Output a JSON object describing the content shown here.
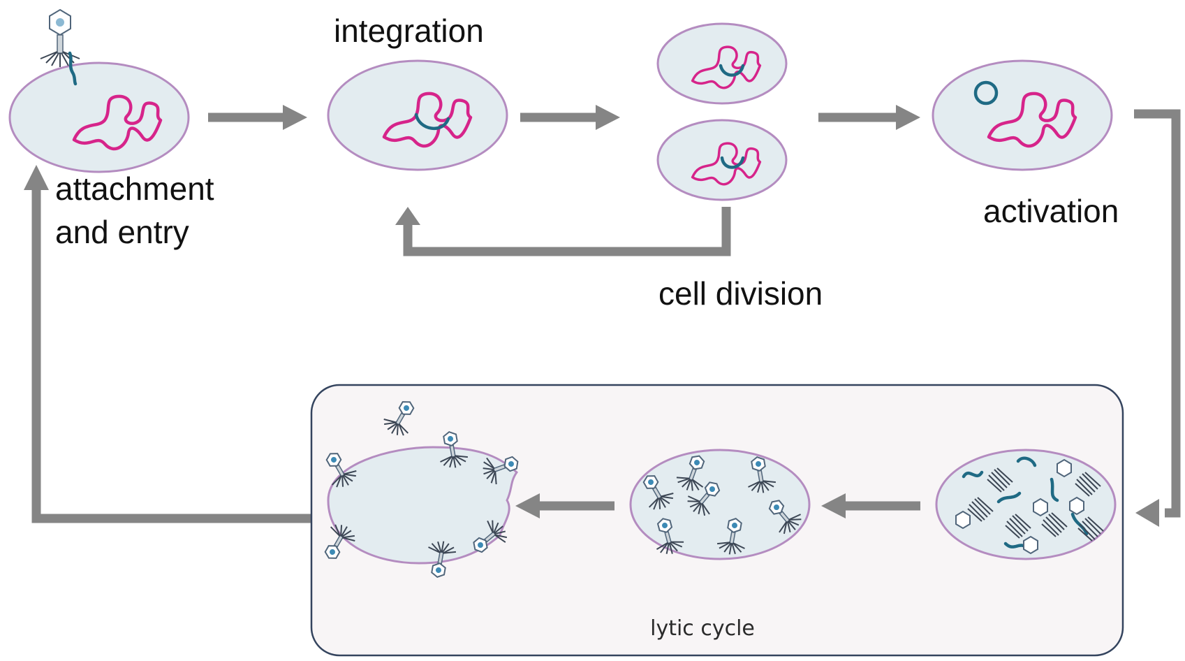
{
  "labels": {
    "integration": "integration",
    "attachment_line1": "attachment",
    "attachment_line2": "and entry",
    "activation": "activation",
    "cell_division": "cell division",
    "lytic_cycle": "lytic cycle"
  },
  "colors": {
    "cell_fill": "#e3ecf0",
    "cell_outline": "#b48cc0",
    "host_dna": "#d6248a",
    "phage_dna": "#1f6a84",
    "arrow": "#858585",
    "lytic_box_fill": "#f8f5f6",
    "lytic_box_border": "#34445e"
  },
  "icons": {
    "phage": "bacteriophage-icon",
    "arrow": "arrow-icon"
  }
}
